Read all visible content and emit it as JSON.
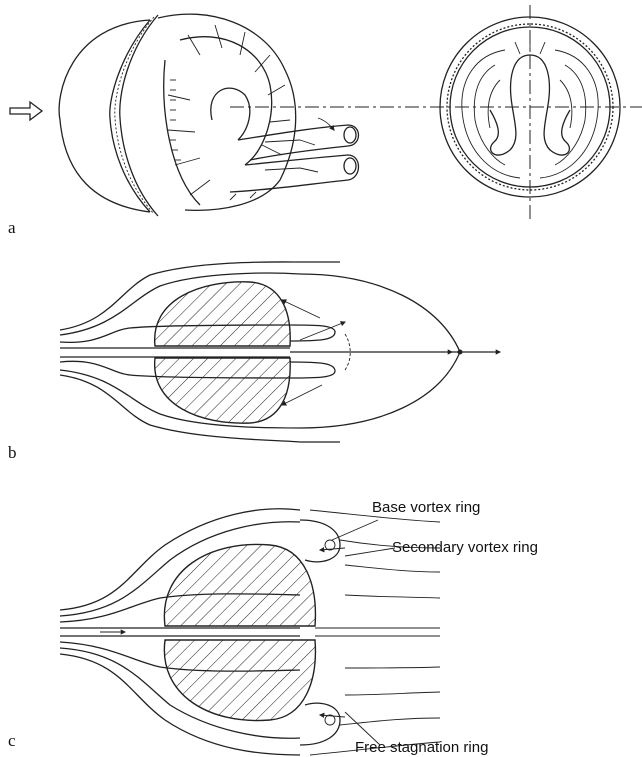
{
  "panels": {
    "a": {
      "label": "a"
    },
    "b": {
      "label": "b"
    },
    "c": {
      "label": "c",
      "annotations": {
        "base_vortex_ring": "Base vortex ring",
        "secondary_vortex_ring": "Secondary vortex ring",
        "free_stagnation_ring": "Free stagnation ring"
      }
    }
  }
}
